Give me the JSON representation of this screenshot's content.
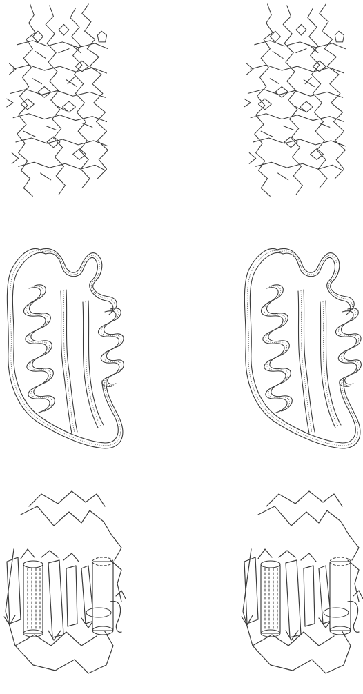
{
  "figure": {
    "rows": [
      {
        "id": "wireframe",
        "views": [
          "left-eye",
          "right-eye"
        ]
      },
      {
        "id": "ribbon",
        "views": [
          "left-eye",
          "right-eye"
        ]
      },
      {
        "id": "cartoon",
        "views": [
          "left-eye",
          "right-eye"
        ]
      }
    ],
    "colors": {
      "background": "#ffffff",
      "ink": "#3a3a3a"
    }
  }
}
